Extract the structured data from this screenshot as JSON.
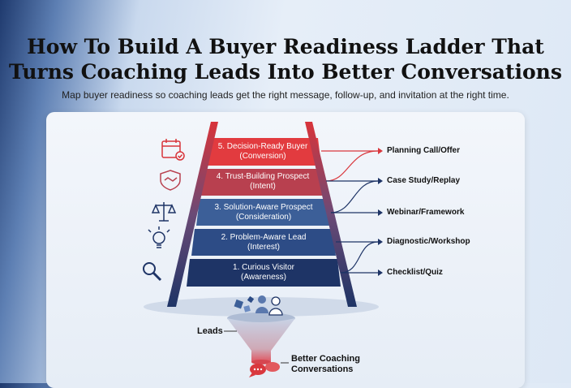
{
  "title_line1": "How To Build A Buyer Readiness Ladder That",
  "title_line2": "Turns Coaching Leads Into Better Conversations",
  "subtitle": "Map buyer readiness so coaching leads get the right message, follow-up, and invitation at the right time.",
  "rungs": [
    {
      "name": "5. Decision-Ready Buyer",
      "stage": "(Conversion)",
      "color": "#e23b3f"
    },
    {
      "name": "4. Trust-Building Prospect",
      "stage": "(Intent)",
      "color": "#b8404f"
    },
    {
      "name": "3. Solution-Aware Prospect",
      "stage": "(Consideration)",
      "color": "#3c5f98"
    },
    {
      "name": "2. Problem-Aware Lead",
      "stage": "(Interest)",
      "color": "#2d4c86"
    },
    {
      "name": "1. Curious Visitor",
      "stage": "(Awareness)",
      "color": "#1e3466"
    }
  ],
  "offers": [
    "Planning Call/Offer",
    "Case Study/Replay",
    "Webinar/Framework",
    "Diagnostic/Workshop",
    "Checklist/Quiz"
  ],
  "icons": [
    "calendar-icon",
    "handshake-shield-icon",
    "scales-icon",
    "lightbulb-icon",
    "magnifier-icon"
  ],
  "leads_label": "Leads",
  "result_label_1": "Better Coaching",
  "result_label_2": "Conversations"
}
